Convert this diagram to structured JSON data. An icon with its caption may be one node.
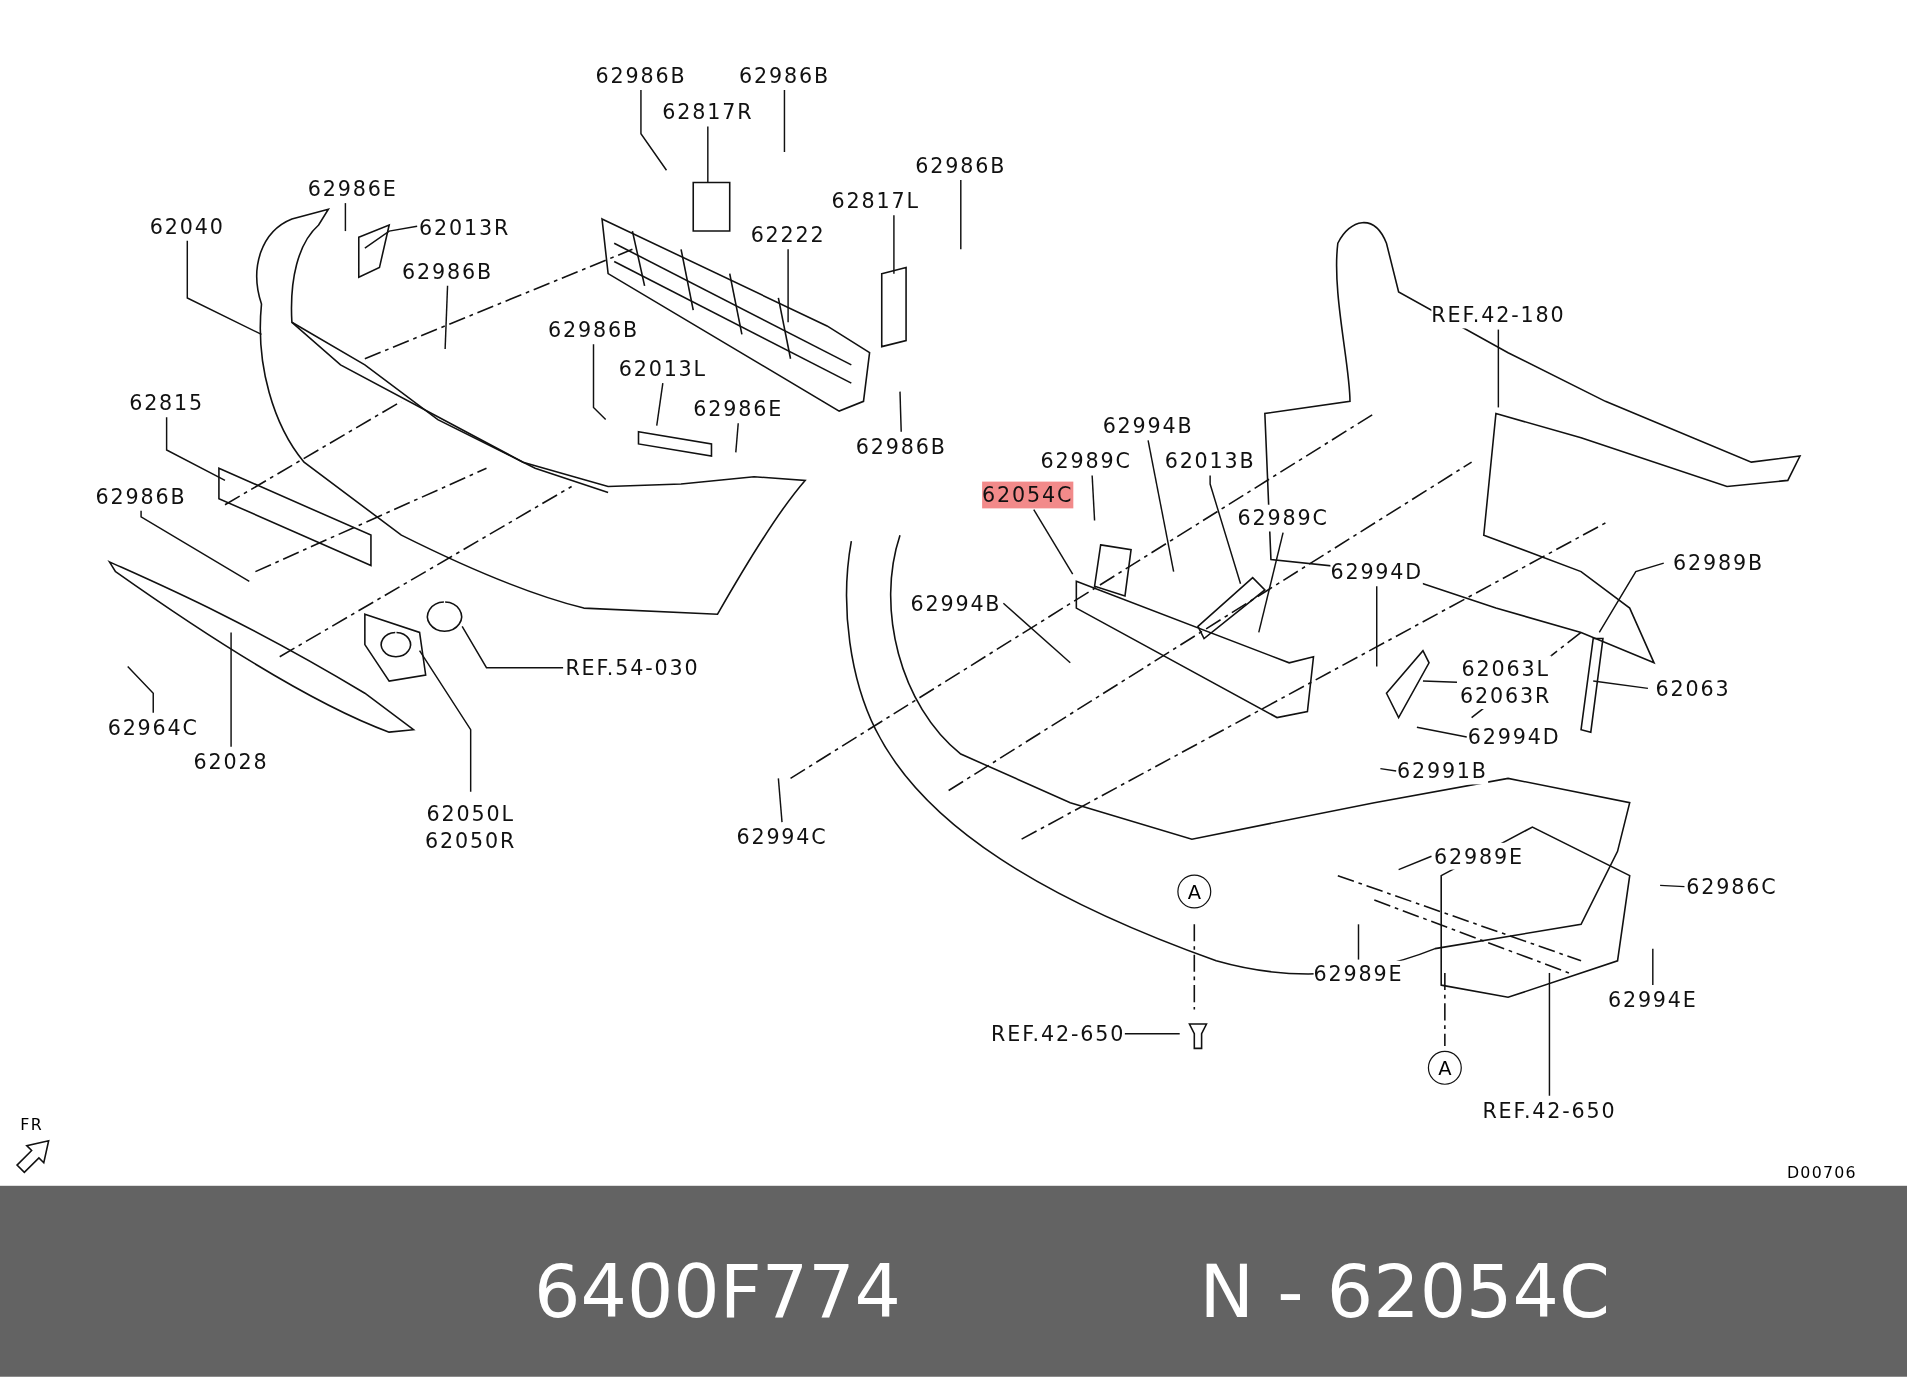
{
  "diagram": {
    "nodes": [
      {
        "text": [
          "62986B"
        ]
      },
      {
        "text": [
          "62986B"
        ]
      },
      {
        "text": [
          "62817R"
        ]
      },
      {
        "text": [
          "62986E"
        ]
      },
      {
        "text": [
          "62013R"
        ]
      },
      {
        "text": [
          "62040"
        ]
      },
      {
        "text": [
          "62986B"
        ]
      },
      {
        "text": [
          "62222"
        ]
      },
      {
        "text": [
          "62817L"
        ]
      },
      {
        "text": [
          "62986B"
        ]
      },
      {
        "text": [
          "62986B"
        ]
      },
      {
        "text": [
          "62013L"
        ]
      },
      {
        "text": [
          "62986E"
        ]
      },
      {
        "text": [
          "62986B"
        ]
      },
      {
        "text": [
          "62815"
        ]
      },
      {
        "text": [
          "62986B"
        ]
      },
      {
        "text": [
          "62964C"
        ]
      },
      {
        "text": [
          "62028"
        ]
      },
      {
        "text": [
          "62050L",
          "62050R"
        ]
      },
      {
        "text": [
          "REF.54-030"
        ]
      },
      {
        "text": [
          "REF.42-180"
        ]
      },
      {
        "text": [
          "62994B"
        ]
      },
      {
        "text": [
          "62989C"
        ]
      },
      {
        "text": [
          "62013B"
        ]
      },
      {
        "text": [
          "62054C"
        ]
      },
      {
        "text": [
          "62989C"
        ]
      },
      {
        "text": [
          "62994B"
        ]
      },
      {
        "text": [
          "62994D"
        ]
      },
      {
        "text": [
          "62989B"
        ]
      },
      {
        "text": [
          "62063L",
          "62063R"
        ]
      },
      {
        "text": [
          "62063"
        ]
      },
      {
        "text": [
          "62994D"
        ]
      },
      {
        "text": [
          "62991B"
        ]
      },
      {
        "text": [
          "62994C"
        ]
      },
      {
        "text": [
          "62989E"
        ]
      },
      {
        "text": [
          "62986C"
        ]
      },
      {
        "text": [
          "62989E"
        ]
      },
      {
        "text": [
          "62994E"
        ]
      },
      {
        "text": [
          "REF.42-650"
        ]
      },
      {
        "text": [
          "REF.42-650"
        ]
      },
      {
        "text": [
          "A"
        ]
      },
      {
        "text": [
          "A"
        ]
      }
    ],
    "edges": [
      {
        "from": 0,
        "to": null,
        "arrow": "none"
      },
      {
        "from": 1,
        "to": null,
        "arrow": "none"
      },
      {
        "from": 2,
        "to": null,
        "arrow": "none"
      },
      {
        "from": 3,
        "to": null,
        "arrow": "none"
      },
      {
        "from": 4,
        "to": null,
        "arrow": "none"
      },
      {
        "from": 5,
        "to": null,
        "arrow": "none"
      },
      {
        "from": 6,
        "to": null,
        "arrow": "none"
      },
      {
        "from": 7,
        "to": null,
        "arrow": "none"
      },
      {
        "from": 8,
        "to": null,
        "arrow": "none"
      },
      {
        "from": 9,
        "to": null,
        "arrow": "none"
      },
      {
        "from": 10,
        "to": null,
        "arrow": "none"
      },
      {
        "from": 11,
        "to": null,
        "arrow": "none"
      },
      {
        "from": 12,
        "to": null,
        "arrow": "none"
      },
      {
        "from": 13,
        "to": null,
        "arrow": "none"
      },
      {
        "from": 14,
        "to": null,
        "arrow": "none"
      },
      {
        "from": 15,
        "to": null,
        "arrow": "none"
      },
      {
        "from": 16,
        "to": null,
        "arrow": "none"
      },
      {
        "from": 17,
        "to": null,
        "arrow": "none"
      },
      {
        "from": 18,
        "to": null,
        "arrow": "none"
      },
      {
        "from": 19,
        "to": null,
        "arrow": "none"
      },
      {
        "from": 20,
        "to": null,
        "arrow": "none"
      },
      {
        "from": 21,
        "to": null,
        "arrow": "none"
      },
      {
        "from": 22,
        "to": null,
        "arrow": "none"
      },
      {
        "from": 23,
        "to": null,
        "arrow": "none"
      },
      {
        "from": 24,
        "to": null,
        "arrow": "none"
      },
      {
        "from": 25,
        "to": null,
        "arrow": "none"
      },
      {
        "from": 26,
        "to": null,
        "arrow": "none"
      },
      {
        "from": 27,
        "to": null,
        "arrow": "none"
      },
      {
        "from": 28,
        "to": null,
        "arrow": "none"
      },
      {
        "from": 29,
        "to": null,
        "arrow": "none"
      },
      {
        "from": 30,
        "to": null,
        "arrow": "none"
      },
      {
        "from": 31,
        "to": null,
        "arrow": "none"
      },
      {
        "from": 32,
        "to": null,
        "arrow": "none"
      },
      {
        "from": 33,
        "to": null,
        "arrow": "none"
      },
      {
        "from": 34,
        "to": null,
        "arrow": "none"
      },
      {
        "from": 35,
        "to": null,
        "arrow": "none"
      },
      {
        "from": 36,
        "to": null,
        "arrow": "none"
      },
      {
        "from": 37,
        "to": null,
        "arrow": "none"
      },
      {
        "from": 38,
        "to": null,
        "arrow": "none"
      },
      {
        "from": 39,
        "to": null,
        "arrow": "none"
      }
    ],
    "labels": [
      "FR",
      "D00706",
      "6400F774",
      "N - 62054C"
    ]
  }
}
